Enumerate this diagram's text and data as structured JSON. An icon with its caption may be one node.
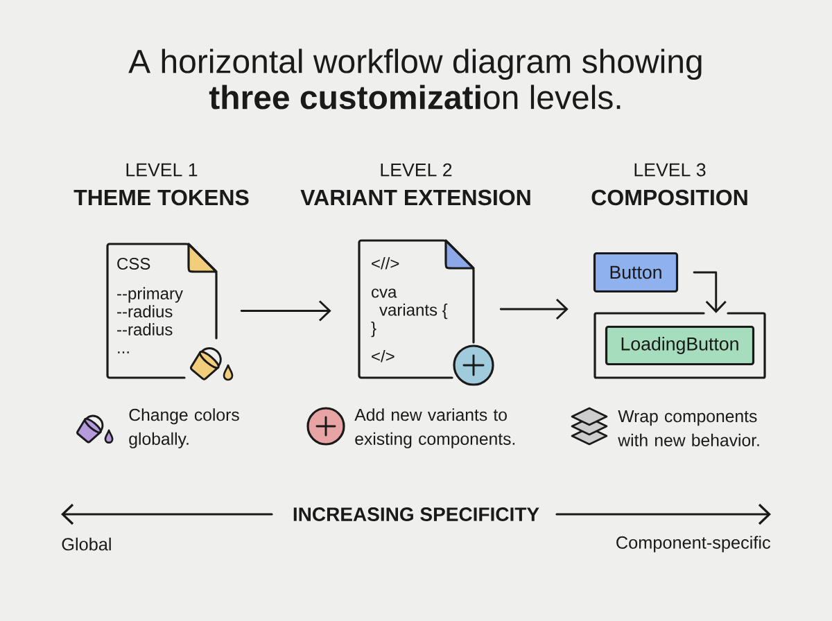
{
  "diagram": {
    "title": "A horizontal workflow diagram showing **three customizati**on levels.",
    "nodes": [
      {
        "text": [
          "CSS",
          "--primary",
          "--radius",
          "--radius",
          "..."
        ]
      },
      {
        "text": [
          "<//>",
          "cva",
          "variants {",
          "}",
          "</>"
        ]
      },
      {
        "text": [
          "Button"
        ]
      },
      {
        "text": [],
        "shape": "box"
      },
      {
        "text": [
          "LoadingButton"
        ],
        "in": 3
      }
    ],
    "edges": [
      {
        "from": 0,
        "to": 1,
        "arrow": "to"
      },
      {
        "from": 1,
        "to": 3,
        "arrow": "to"
      },
      {
        "from": 2,
        "to": 3,
        "arrow": "to"
      }
    ],
    "labels": [
      "LEVEL 1",
      "THEME TOKENS",
      "LEVEL 2",
      "VARIANT EXTENSION",
      "LEVEL 3",
      "COMPOSITION",
      "Change colors globally.",
      "Add new variants to existing components.",
      "Wrap components with new behavior.",
      "INCREASING SPECIFICITY",
      "Global",
      "Component-specific"
    ]
  }
}
